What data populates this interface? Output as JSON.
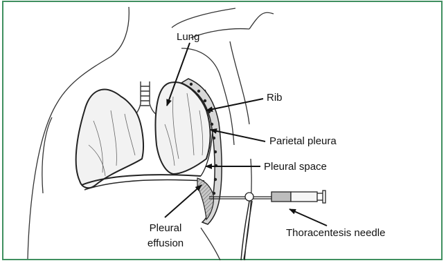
{
  "labels": {
    "lung": "Lung",
    "rib": "Rib",
    "parietal_pleura": "Parietal pleura",
    "pleural_space": "Pleural space",
    "pleural_effusion_line1": "Pleural",
    "pleural_effusion_line2": "effusion",
    "thoracentesis_needle": "Thoracentesis needle"
  },
  "colors": {
    "frame": "#3f8f5f",
    "ink": "#222222",
    "fluid": "#9a9a9a"
  }
}
